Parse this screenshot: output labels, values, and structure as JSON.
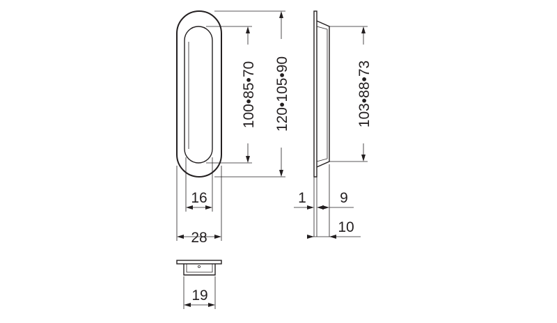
{
  "front_view": {
    "height_outer_label": "120•105•90",
    "height_inner_label": "100•85•70",
    "width_inner_label": "16",
    "width_outer_label": "28"
  },
  "side_view": {
    "height_label": "103•88•73",
    "flange_label": "1",
    "depth_label": "9",
    "total_depth_label": "10"
  },
  "section_view": {
    "width_label": "19"
  },
  "colors": {
    "line": "#231f20",
    "background": "#ffffff"
  }
}
